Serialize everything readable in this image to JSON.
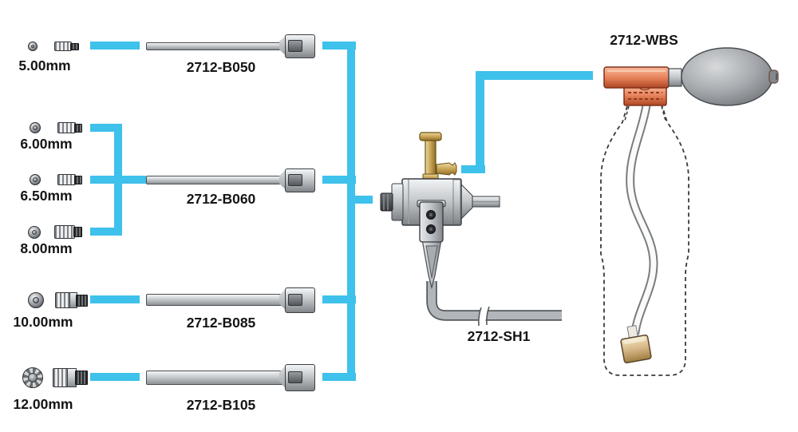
{
  "adapters": [
    {
      "size": "5.00mm"
    },
    {
      "size": "6.00mm"
    },
    {
      "size": "6.50mm"
    },
    {
      "size": "8.00mm"
    },
    {
      "size": "10.00mm"
    },
    {
      "size": "12.00mm"
    }
  ],
  "rods": [
    {
      "label": "2712-B050"
    },
    {
      "label": "2712-B060"
    },
    {
      "label": "2712-B085"
    },
    {
      "label": "2712-B105"
    }
  ],
  "handle": {
    "label": "2712-SH1"
  },
  "water_bottle": {
    "label": "2712-WBS"
  },
  "colors": {
    "connector_cyan": "#3EC1EA",
    "fitting_orange": "#E8835C",
    "brass": "#C9A558",
    "metal_gray": "#C6CACC",
    "weight_tan": "#D6B686"
  }
}
